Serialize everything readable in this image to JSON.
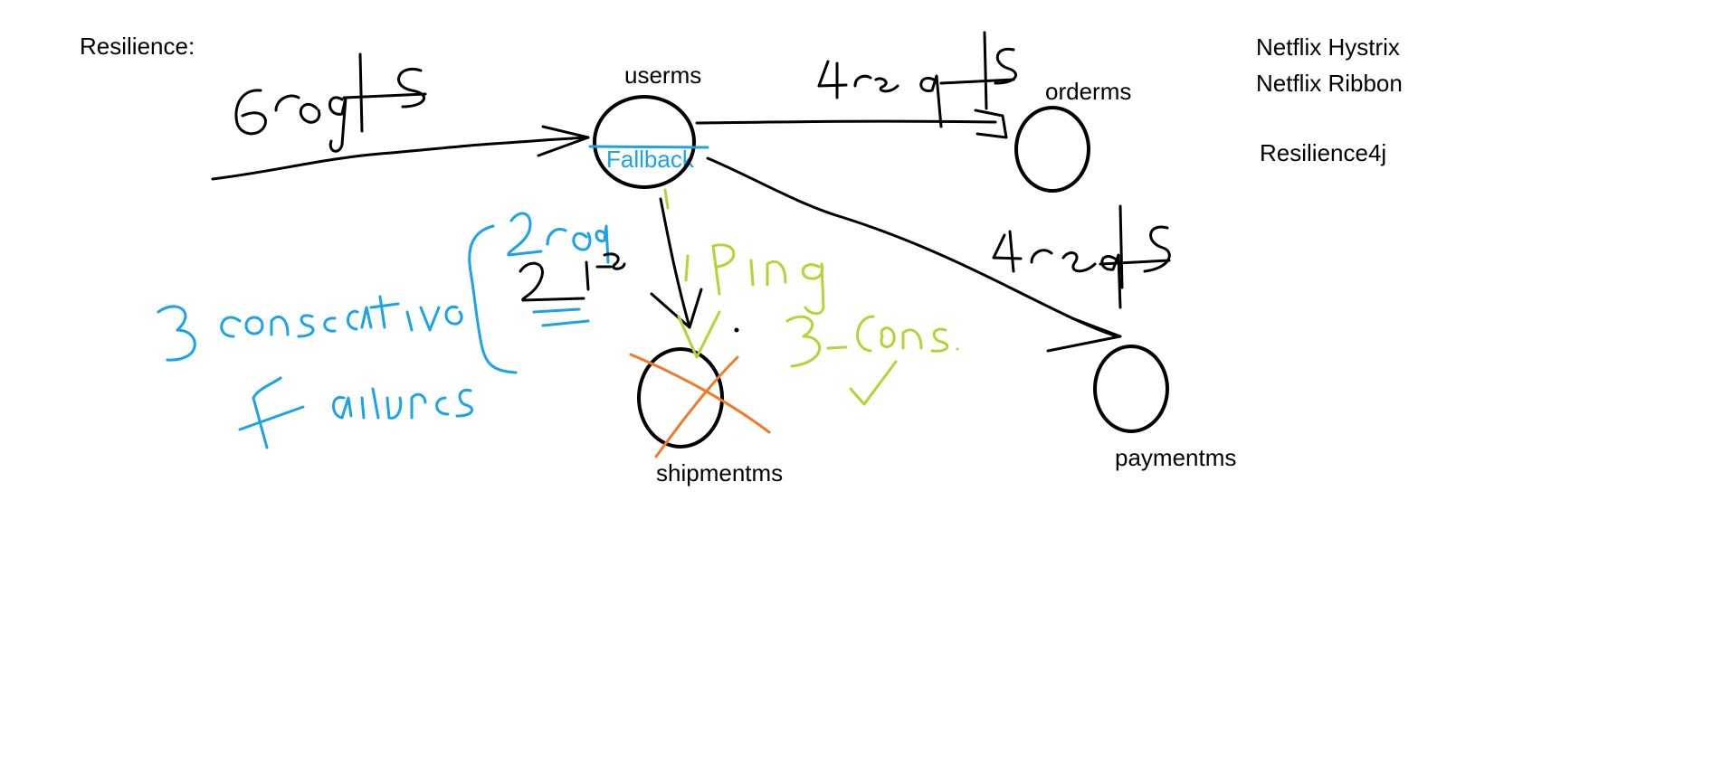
{
  "title": "Resilience:",
  "nodes": {
    "userms": "userms",
    "orderms": "orderms",
    "shipmentms": "shipmentms",
    "paymentms": "paymentms",
    "fallback": "Fallback"
  },
  "libraries": [
    "Netflix Hystrix",
    "Netflix Ribbon",
    "Resilience4j"
  ],
  "handwritten_notes": {
    "incoming_rate": "6 req/s",
    "to_orderms_rate": "4 req/s",
    "to_paymentms_rate": "4 req/s",
    "blue_note": "3 consecutive failures",
    "blue_rate_1": "2 req/s",
    "blue_rate_2": "2 req/s",
    "green_note_1": "1 Ping",
    "green_note_2": "3-Cons."
  },
  "colors": {
    "ink": "#000000",
    "note_blue": "#1aa3e8",
    "note_green": "#b5d334",
    "failure_orange": "#f07b2a"
  }
}
